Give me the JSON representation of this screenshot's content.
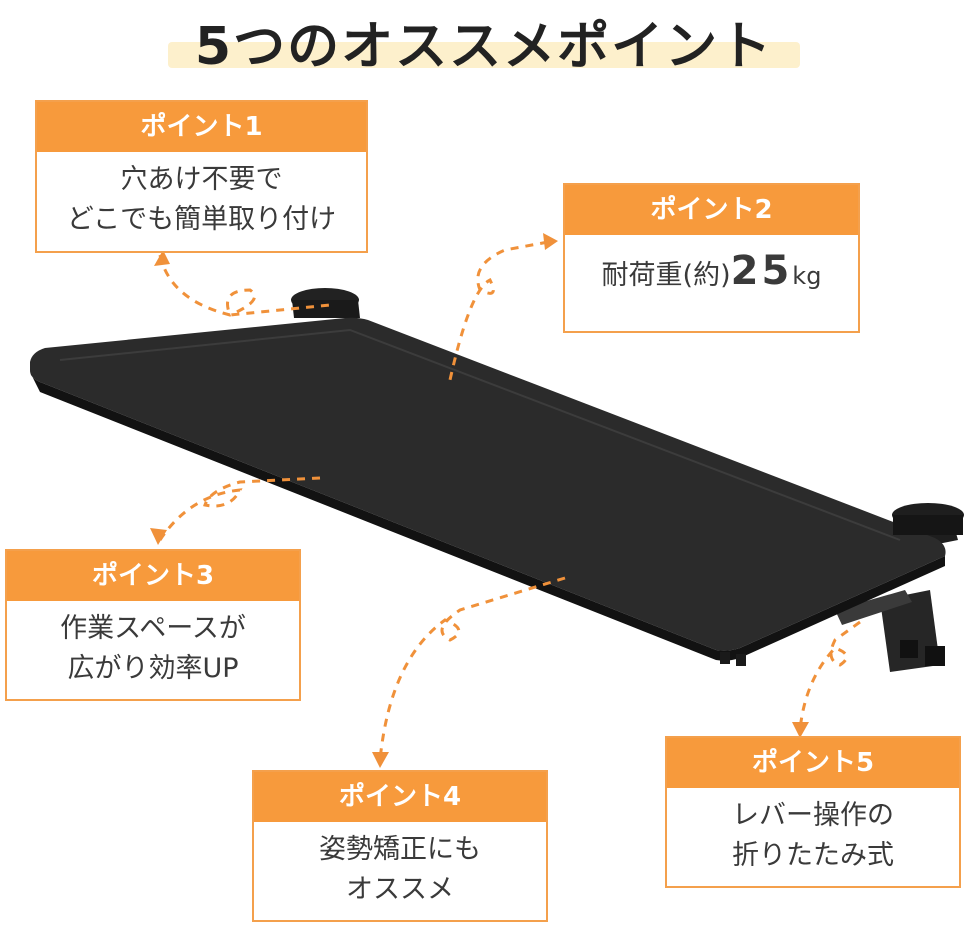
{
  "title": "5つのオススメポイント",
  "colors": {
    "accent": "#f79a3c",
    "highlight": "#fdf0cc",
    "board": "#2b2b2b"
  },
  "points": [
    {
      "label": "ポイント1",
      "lines": [
        "穴あけ不要で",
        "どこでも簡単取り付け"
      ]
    },
    {
      "label": "ポイント2",
      "prefix": "耐荷重(約)",
      "value": "25",
      "unit": "kg"
    },
    {
      "label": "ポイント3",
      "lines": [
        "作業スペースが",
        "広がり効率UP"
      ]
    },
    {
      "label": "ポイント4",
      "lines": [
        "姿勢矯正にも",
        "オススメ"
      ]
    },
    {
      "label": "ポイント5",
      "lines": [
        "レバー操作の",
        "折りたたみ式"
      ]
    }
  ]
}
